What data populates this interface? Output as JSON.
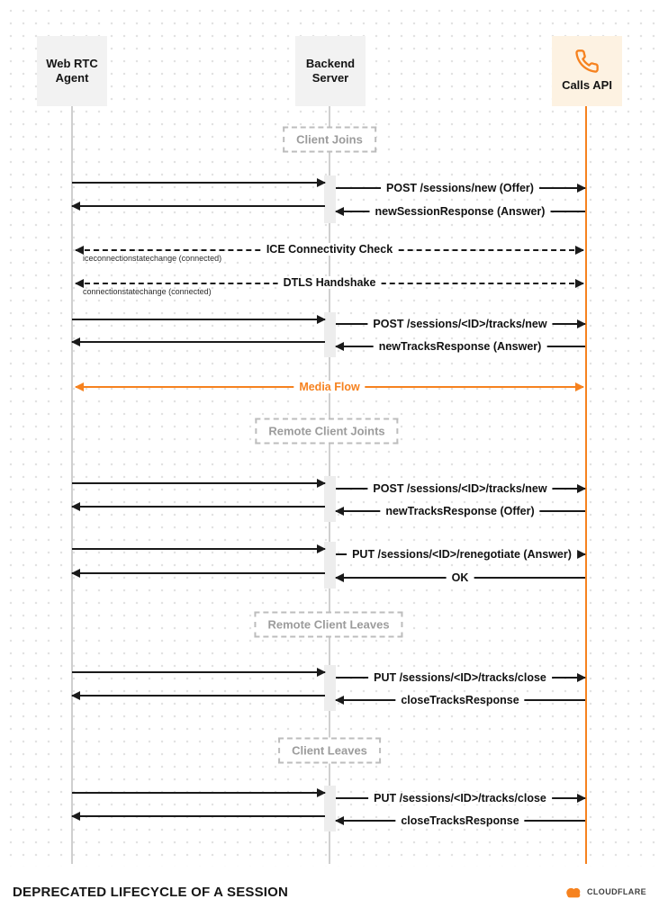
{
  "colors": {
    "accent_orange": "#f6821f",
    "line_black": "#1a1a1a",
    "lifeline_gray": "#cfcfcf",
    "actor_gray_bg": "#f2f2f2",
    "calls_api_bg": "#fdf2e2",
    "section_gray": "#9c9c9c"
  },
  "actors": {
    "webrtc": {
      "line1": "Web RTC",
      "line2": "Agent"
    },
    "backend": {
      "line1": "Backend",
      "line2": "Server"
    },
    "calls": {
      "label": "Calls API",
      "icon": "phone-icon"
    }
  },
  "sections": [
    {
      "label": "Client Joins"
    },
    {
      "label": "Remote Client Joints"
    },
    {
      "label": "Remote Client Leaves"
    },
    {
      "label": "Client Leaves"
    }
  ],
  "messages": [
    {
      "label": "POST /sessions/new (Offer)",
      "type": "request",
      "from": "backend",
      "to": "calls"
    },
    {
      "label": "newSessionResponse (Answer)",
      "type": "response",
      "from": "calls",
      "to": "backend"
    },
    {
      "label": "ICE Connectivity Check",
      "sublabel": "iceconnectionstatechange (connected)",
      "type": "dashed-bidirectional",
      "from": "webrtc",
      "to": "calls"
    },
    {
      "label": "DTLS Handshake",
      "sublabel": "connectionstatechange (connected)",
      "type": "dashed-bidirectional",
      "from": "webrtc",
      "to": "calls"
    },
    {
      "label": "POST /sessions/<ID>/tracks/new",
      "type": "request",
      "from": "backend",
      "to": "calls"
    },
    {
      "label": "newTracksResponse (Answer)",
      "type": "response",
      "from": "calls",
      "to": "backend"
    },
    {
      "label": "Media Flow",
      "type": "media-bidirectional",
      "from": "webrtc",
      "to": "calls"
    },
    {
      "label": "POST /sessions/<ID>/tracks/new",
      "type": "request",
      "from": "backend",
      "to": "calls"
    },
    {
      "label": "newTracksResponse (Offer)",
      "type": "response",
      "from": "calls",
      "to": "backend"
    },
    {
      "label": "PUT /sessions/<ID>/renegotiate (Answer)",
      "type": "request",
      "from": "backend",
      "to": "calls"
    },
    {
      "label": "OK",
      "type": "response",
      "from": "calls",
      "to": "backend"
    },
    {
      "label": "PUT /sessions/<ID>/tracks/close",
      "type": "request",
      "from": "backend",
      "to": "calls"
    },
    {
      "label": "closeTracksResponse",
      "type": "response",
      "from": "calls",
      "to": "backend"
    },
    {
      "label": "PUT /sessions/<ID>/tracks/close",
      "type": "request",
      "from": "backend",
      "to": "calls"
    },
    {
      "label": "closeTracksResponse",
      "type": "response",
      "from": "calls",
      "to": "backend"
    }
  ],
  "footer": {
    "title": "DEPRECATED LIFECYCLE OF A SESSION",
    "brand": "CLOUDFLARE"
  }
}
